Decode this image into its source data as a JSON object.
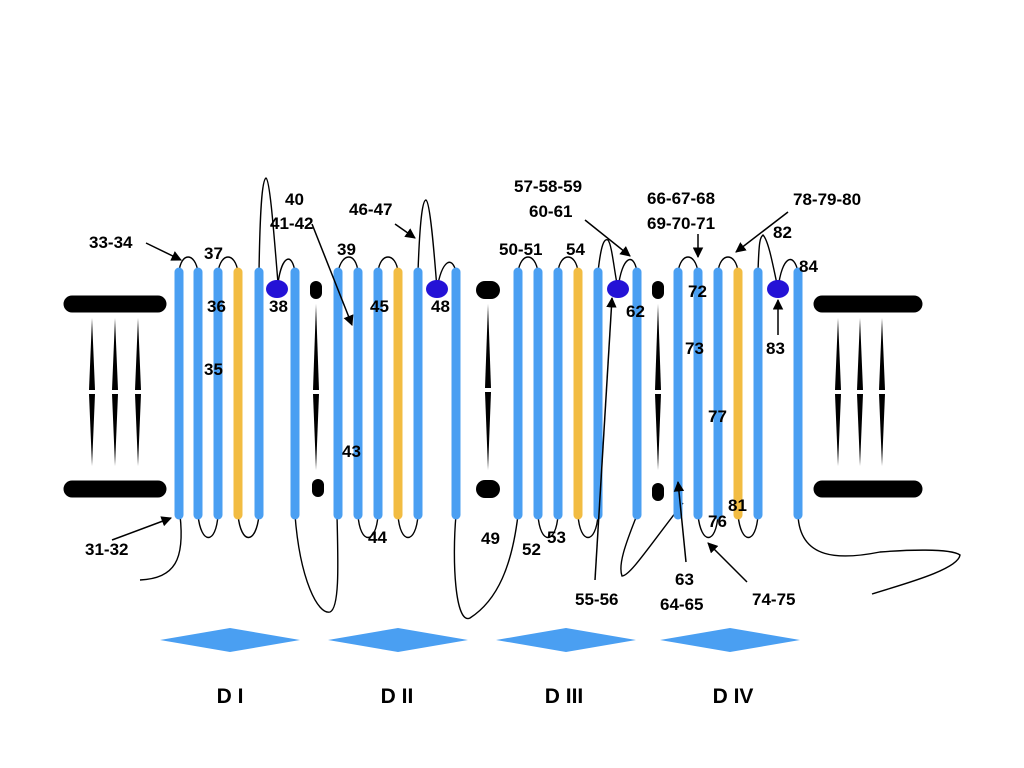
{
  "colors": {
    "helix": "#4a9ff2",
    "helix_s4": "#f2bc42",
    "pore_dot": "#2412d6",
    "membrane": "#000000",
    "domain_marker": "#4a9ff2"
  },
  "domains": [
    {
      "id": "d1",
      "label": "D I"
    },
    {
      "id": "d2",
      "label": "D II"
    },
    {
      "id": "d3",
      "label": "D III"
    },
    {
      "id": "d4",
      "label": "D IV"
    }
  ],
  "labels": {
    "l31_32": "31-32",
    "l33_34": "33-34",
    "l35": "35",
    "l36": "36",
    "l37": "37",
    "l38": "38",
    "l39": "39",
    "l40": "40",
    "l41_42": "41-42",
    "l43": "43",
    "l44": "44",
    "l45": "45",
    "l46_47": "46-47",
    "l48": "48",
    "l49": "49",
    "l50_51": "50-51",
    "l52": "52",
    "l53": "53",
    "l54": "54",
    "l55_56": "55-56",
    "l57_58_59": "57-58-59",
    "l60_61": "60-61",
    "l62": "62",
    "l63": "63",
    "l64_65": "64-65",
    "l66_67_68": "66-67-68",
    "l69_70_71": "69-70-71",
    "l72": "72",
    "l73": "73",
    "l74_75": "74-75",
    "l76": "76",
    "l77": "77",
    "l78_79_80": "78-79-80",
    "l81": "81",
    "l82": "82",
    "l83": "83",
    "l84": "84"
  }
}
